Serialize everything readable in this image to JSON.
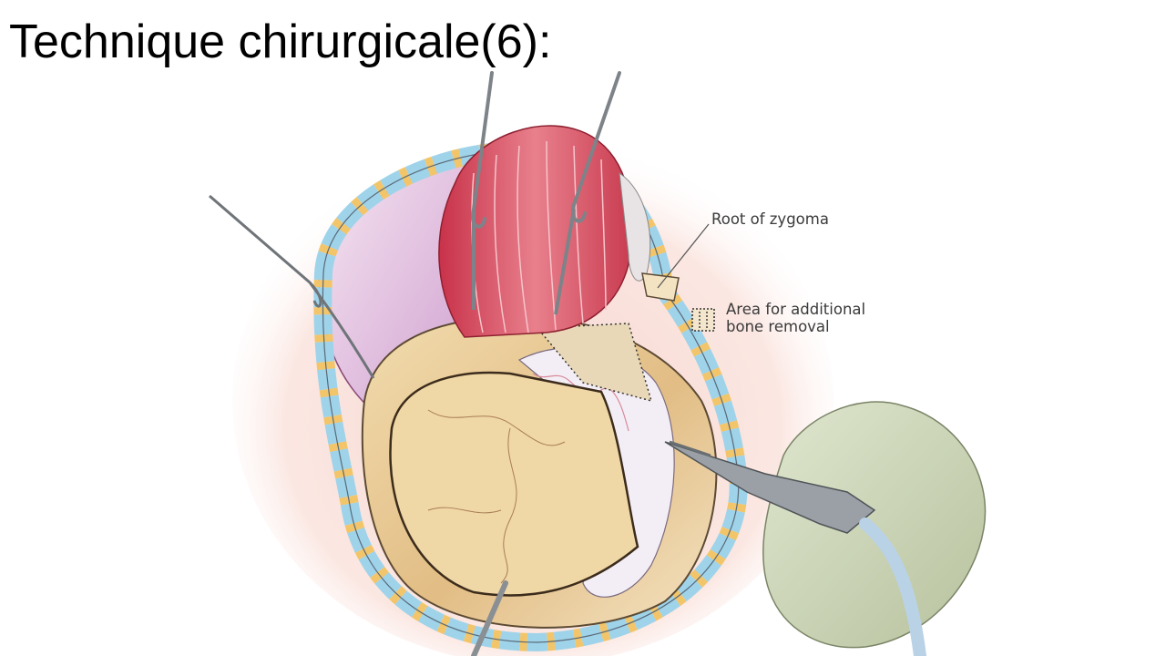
{
  "slide": {
    "title": "Technique chirurgicale(6):"
  },
  "labels": {
    "root_of_zygoma": "Root of zygoma",
    "area_line1": "Area for additional",
    "area_line2": "bone removal"
  },
  "colors": {
    "background": "#ffffff",
    "title": "#000000",
    "muscle": "#d24a5c",
    "bone": "#e4c28c",
    "dura": "#f3eef5",
    "skin_flap": "#d8b8d8",
    "clip_blue": "#9fd3ea",
    "clip_yellow": "#f2c56a",
    "glove": "#c9d2b6",
    "instrument": "#8a8f94",
    "callout_text": "#3a3a3a"
  }
}
